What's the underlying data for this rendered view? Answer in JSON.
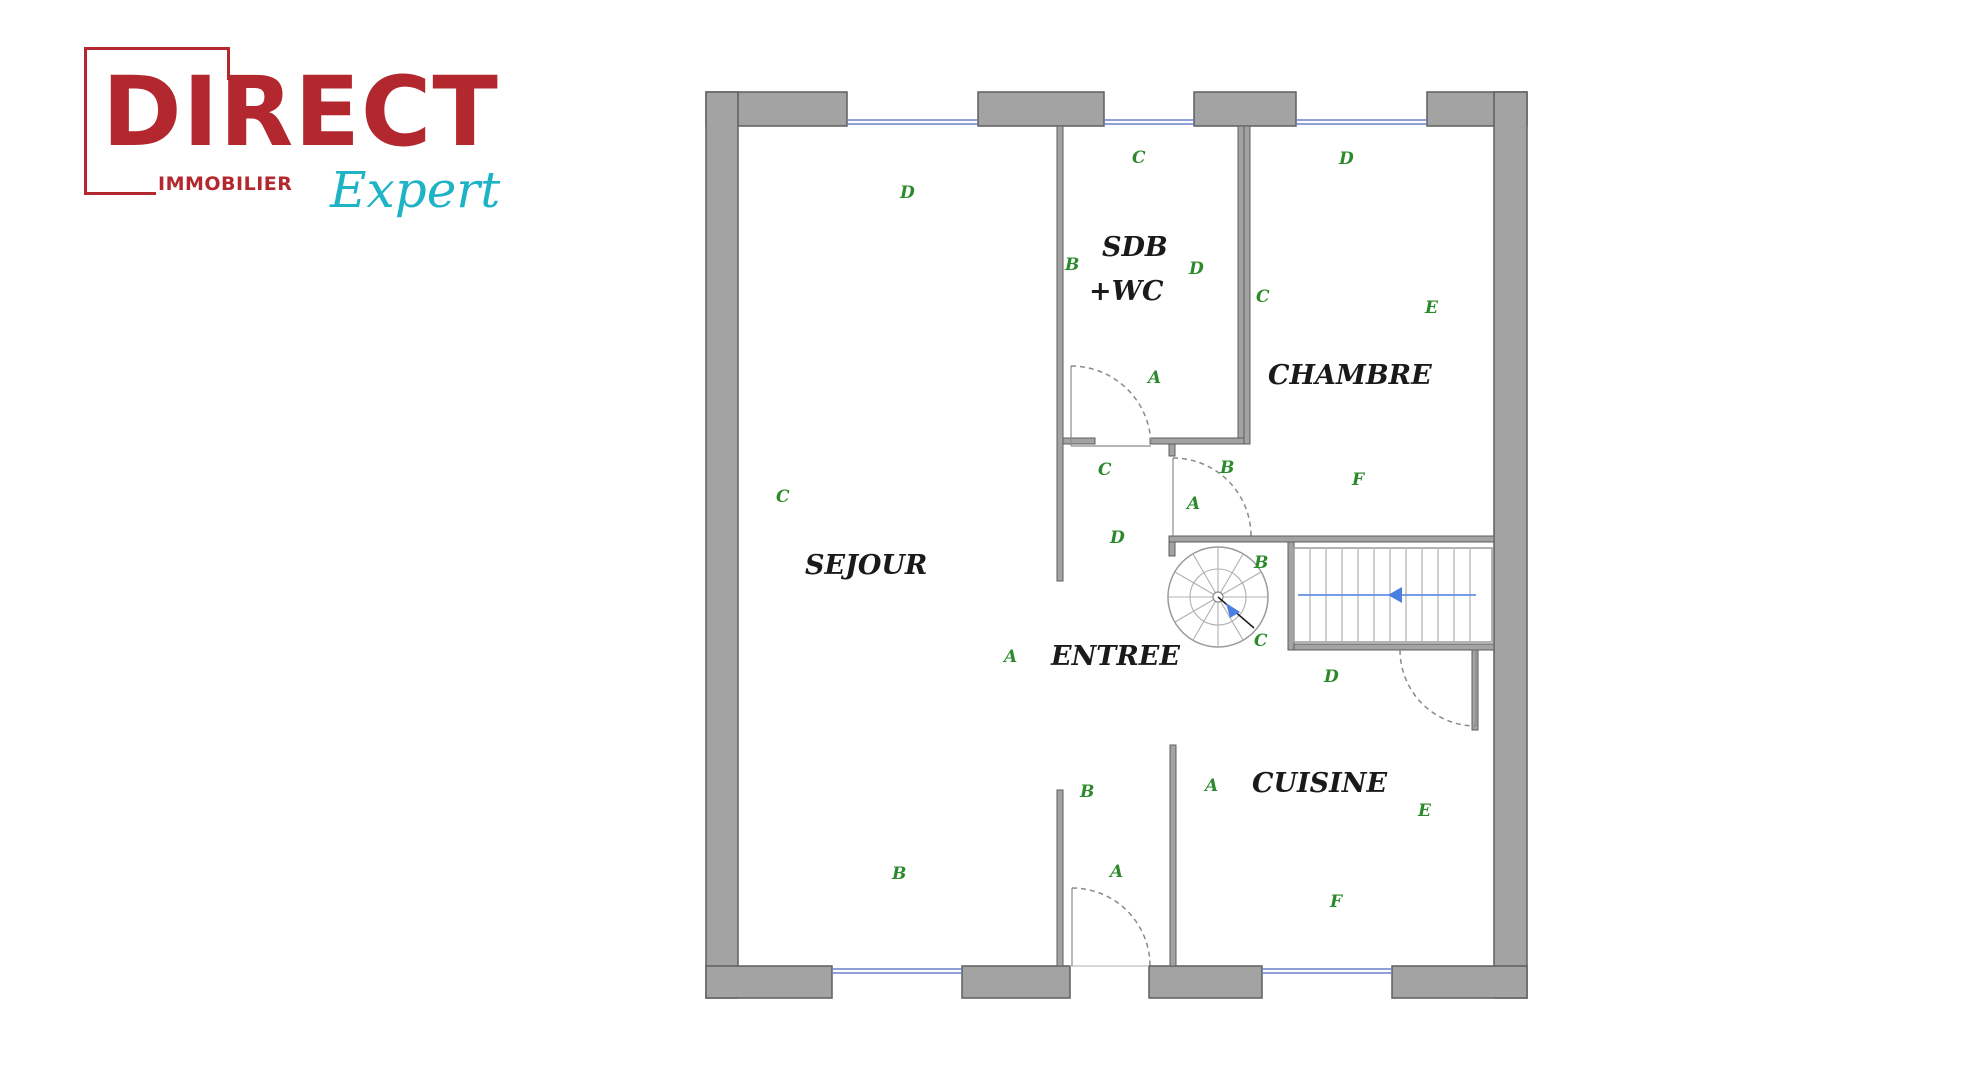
{
  "logo": {
    "brand": "DIRECT",
    "subtitle": "IMMOBILIER",
    "tagline": "Expert",
    "colors": {
      "brand_red": "#b3282e",
      "tagline_cyan": "#1fb3c6"
    }
  },
  "rooms": {
    "sejour": "SEJOUR",
    "sdb_line1": "SDB",
    "sdb_line2": "+WC",
    "chambre": "CHAMBRE",
    "entree": "ENTREE",
    "cuisine": "CUISINE"
  },
  "zones": {
    "sejour_top": "D",
    "sejour_mid": "C",
    "sejour_bottom": "B",
    "sdb_top": "C",
    "sdb_left": "B",
    "sdb_right": "D",
    "sdb_bottom": "A",
    "chambre_top": "D",
    "chambre_left": "C",
    "chambre_right": "E",
    "chambre_bottom": "F",
    "hall_c": "C",
    "hall_d": "D",
    "hall_b": "B",
    "hall_a": "A",
    "stair_b": "B",
    "stair_c": "C",
    "entree_a": "A",
    "entree_b": "B",
    "entree_a2": "A",
    "cuisine_d": "D",
    "cuisine_a": "A",
    "cuisine_e": "E",
    "cuisine_f": "F"
  },
  "colors": {
    "wall": "#a3a3a3",
    "wall_edge": "#5e5e5e",
    "zone_letter": "#2c8a2c",
    "stair_arrow": "#4a7ee0",
    "window_line": "#6a80c8"
  }
}
